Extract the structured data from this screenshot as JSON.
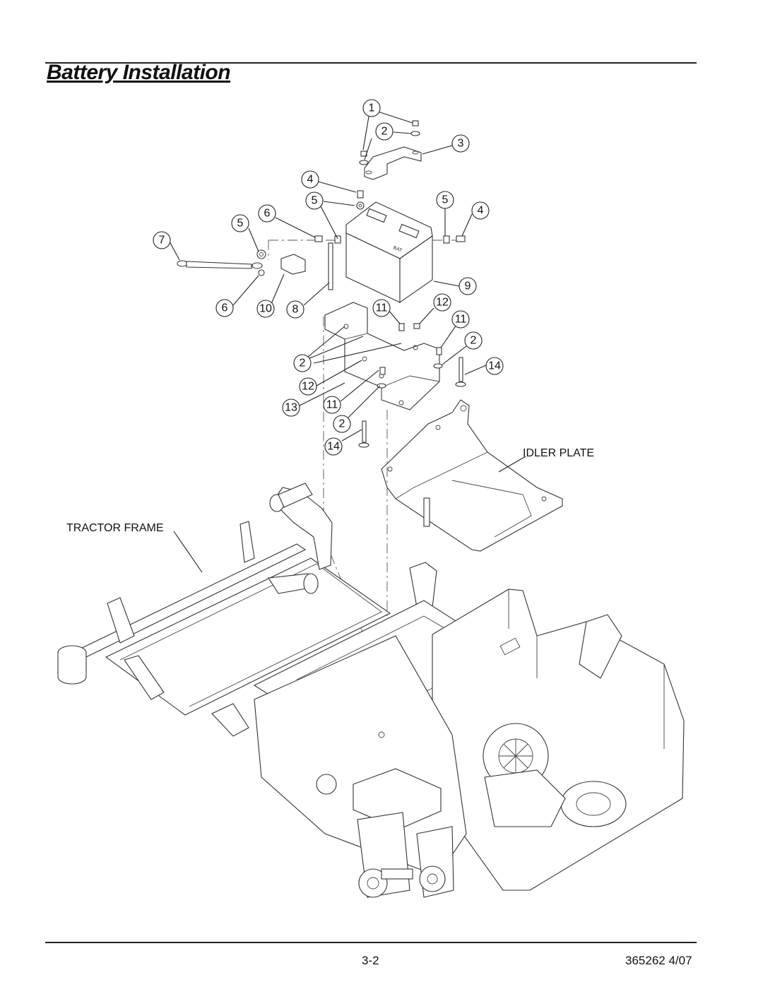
{
  "page": {
    "title": "Battery Installation",
    "page_number": "3-2",
    "doc_ref": "365262 4/07"
  },
  "diagram": {
    "labels": {
      "idler_plate": "IDLER PLATE",
      "tractor_frame": "TRACTOR FRAME"
    },
    "callouts": [
      {
        "id": "c1",
        "text": "1"
      },
      {
        "id": "c2a",
        "text": "2"
      },
      {
        "id": "c3",
        "text": "3"
      },
      {
        "id": "c4a",
        "text": "4"
      },
      {
        "id": "c5a",
        "text": "5"
      },
      {
        "id": "c5b",
        "text": "5"
      },
      {
        "id": "c4b",
        "text": "4"
      },
      {
        "id": "c6a",
        "text": "6"
      },
      {
        "id": "c5c",
        "text": "5"
      },
      {
        "id": "c7",
        "text": "7"
      },
      {
        "id": "c9",
        "text": "9"
      },
      {
        "id": "c6b",
        "text": "6"
      },
      {
        "id": "c10",
        "text": "10"
      },
      {
        "id": "c8",
        "text": "8"
      },
      {
        "id": "c11a",
        "text": "11"
      },
      {
        "id": "c12a",
        "text": "12"
      },
      {
        "id": "c11b",
        "text": "11"
      },
      {
        "id": "c2b",
        "text": "2"
      },
      {
        "id": "c2c",
        "text": "2"
      },
      {
        "id": "c14a",
        "text": "14"
      },
      {
        "id": "c12b",
        "text": "12"
      },
      {
        "id": "c13",
        "text": "13"
      },
      {
        "id": "c11c",
        "text": "11"
      },
      {
        "id": "c2d",
        "text": "2"
      },
      {
        "id": "c14b",
        "text": "14"
      }
    ]
  }
}
